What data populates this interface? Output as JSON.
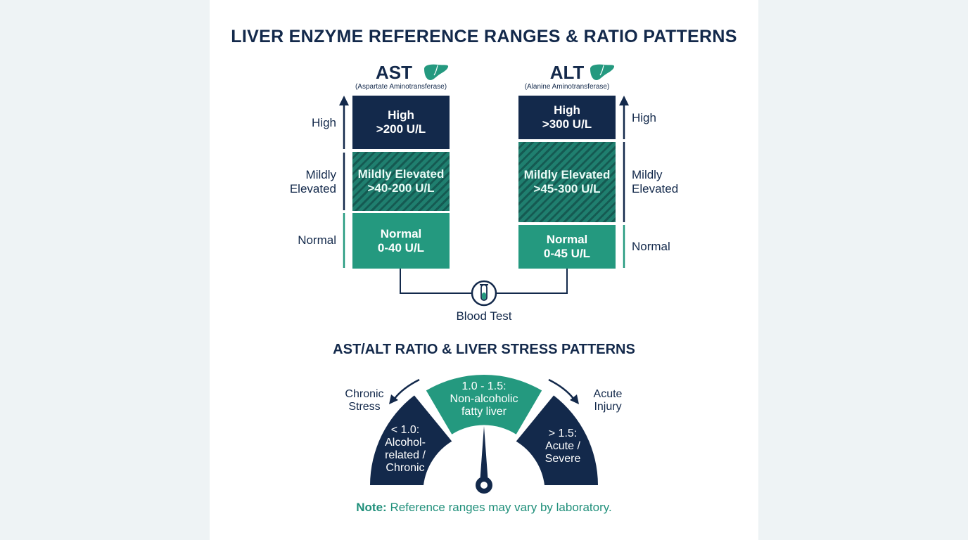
{
  "title": "LIVER ENZYME REFERENCE RANGES & RATIO PATTERNS",
  "enzymes": {
    "ast": {
      "name": "AST",
      "full_name": "(Aspartate Aminotransferase)",
      "high": {
        "label": "High",
        "range": ">200 U/L"
      },
      "mild": {
        "label": "Mildly Elevated",
        "range": ">40-200 U/L"
      },
      "normal": {
        "label": "Normal",
        "range": "0-40 U/L"
      }
    },
    "alt": {
      "name": "ALT",
      "full_name": "(Alanine Aminotransferase)",
      "high": {
        "label": "High",
        "range": ">300 U/L"
      },
      "mild": {
        "label": "Mildly Elevated",
        "range": ">45-300 U/L"
      },
      "normal": {
        "label": "Normal",
        "range": "0-45 U/L"
      }
    }
  },
  "axis_labels": {
    "high": "High",
    "mild_line1": "Mildly",
    "mild_line2": "Elevated",
    "normal": "Normal"
  },
  "connector": {
    "label": "Blood Test",
    "icon": "test-tube-icon"
  },
  "ratio": {
    "title": "AST/ALT RATIO & LIVER STRESS PATTERNS",
    "left_side": {
      "line1": "Chronic",
      "line2": "Stress"
    },
    "right_side": {
      "line1": "Acute",
      "line2": "Injury"
    },
    "segments": [
      {
        "range": "< 1.0:",
        "line1": "Alcohol-",
        "line2": "related /",
        "line3": "Chronic"
      },
      {
        "range": "1.0 - 1.5:",
        "line1": "Non-alcoholic",
        "line2": "fatty liver"
      },
      {
        "range": "> 1.5:",
        "line1": "Acute /",
        "line2": "Severe"
      }
    ]
  },
  "note": {
    "prefix": "Note:",
    "text": " Reference ranges may vary by laboratory."
  },
  "colors": {
    "navy": "#13294b",
    "teal": "#24997f",
    "teal_dark": "#155a52",
    "note_teal": "#1f8f7a"
  }
}
